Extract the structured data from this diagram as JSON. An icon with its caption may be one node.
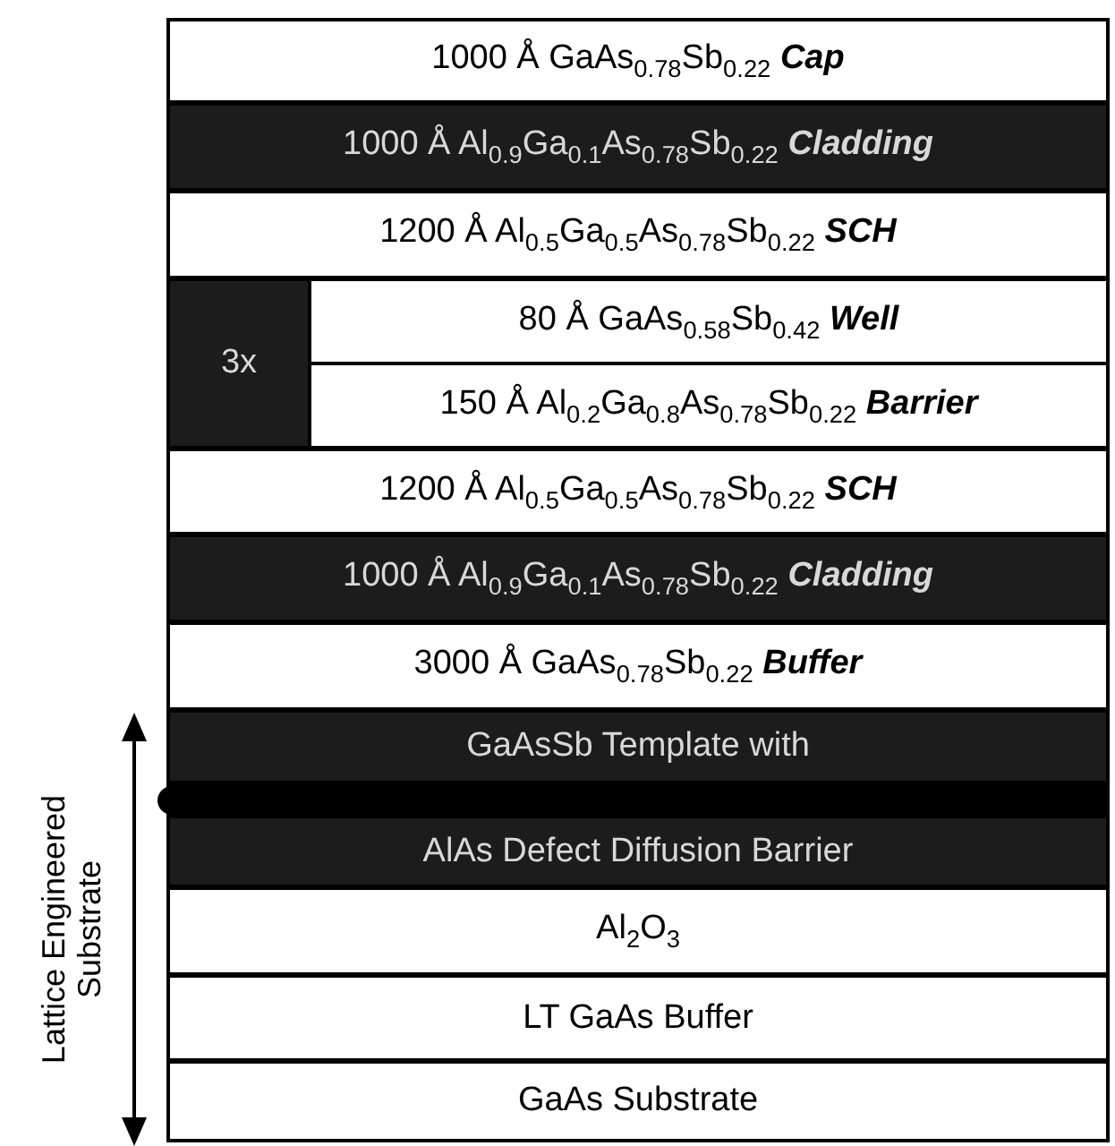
{
  "diagram": {
    "nodes": [
      {
        "text": [
          "1000 Å GaAs$_{0.78}$Sb$_{0.22}$ **Cap**"
        ]
      },
      {
        "text": [
          "1000 Å Al$_{0.9}$Ga$_{0.1}$As$_{0.78}$Sb$_{0.22}$ **Cladding**"
        ]
      },
      {
        "text": [
          "1200 Å Al$_{0.5}$Ga$_{0.5}$As$_{0.78}$Sb$_{0.22}$ **SCH**"
        ]
      },
      {
        "text": [
          "3x"
        ]
      },
      {
        "text": [
          "80 Å GaAs$_{0.58}$Sb$_{0.42}$ **Well**"
        ]
      },
      {
        "text": [
          "150 Å Al$_{0.2}$Ga$_{0.8}$As$_{0.78}$Sb$_{0.22}$ **Barrier**"
        ]
      },
      {
        "text": [
          "1200 Å Al$_{0.5}$Ga$_{0.5}$As$_{0.78}$Sb$_{0.22}$ **SCH**"
        ]
      },
      {
        "text": [
          "1000 Å Al$_{0.9}$Ga$_{0.1}$As$_{0.78}$Sb$_{0.22}$ **Cladding**"
        ]
      },
      {
        "text": [
          "3000 Å GaAs$_{0.78}$Sb$_{0.22}$ **Buffer**"
        ]
      },
      {
        "text": [
          "GaAsSb Template with"
        ]
      },
      {
        "text": [],
        "shape": "bar"
      },
      {
        "text": [
          "AlAs Defect Diffusion Barrier"
        ]
      },
      {
        "text": [
          "Al$_{2}$O$_{3}$"
        ]
      },
      {
        "text": [
          "LT GaAs Buffer"
        ]
      },
      {
        "text": [
          "GaAs Substrate"
        ]
      }
    ],
    "labels": [
      "Lattice Engineered Substrate"
    ]
  }
}
